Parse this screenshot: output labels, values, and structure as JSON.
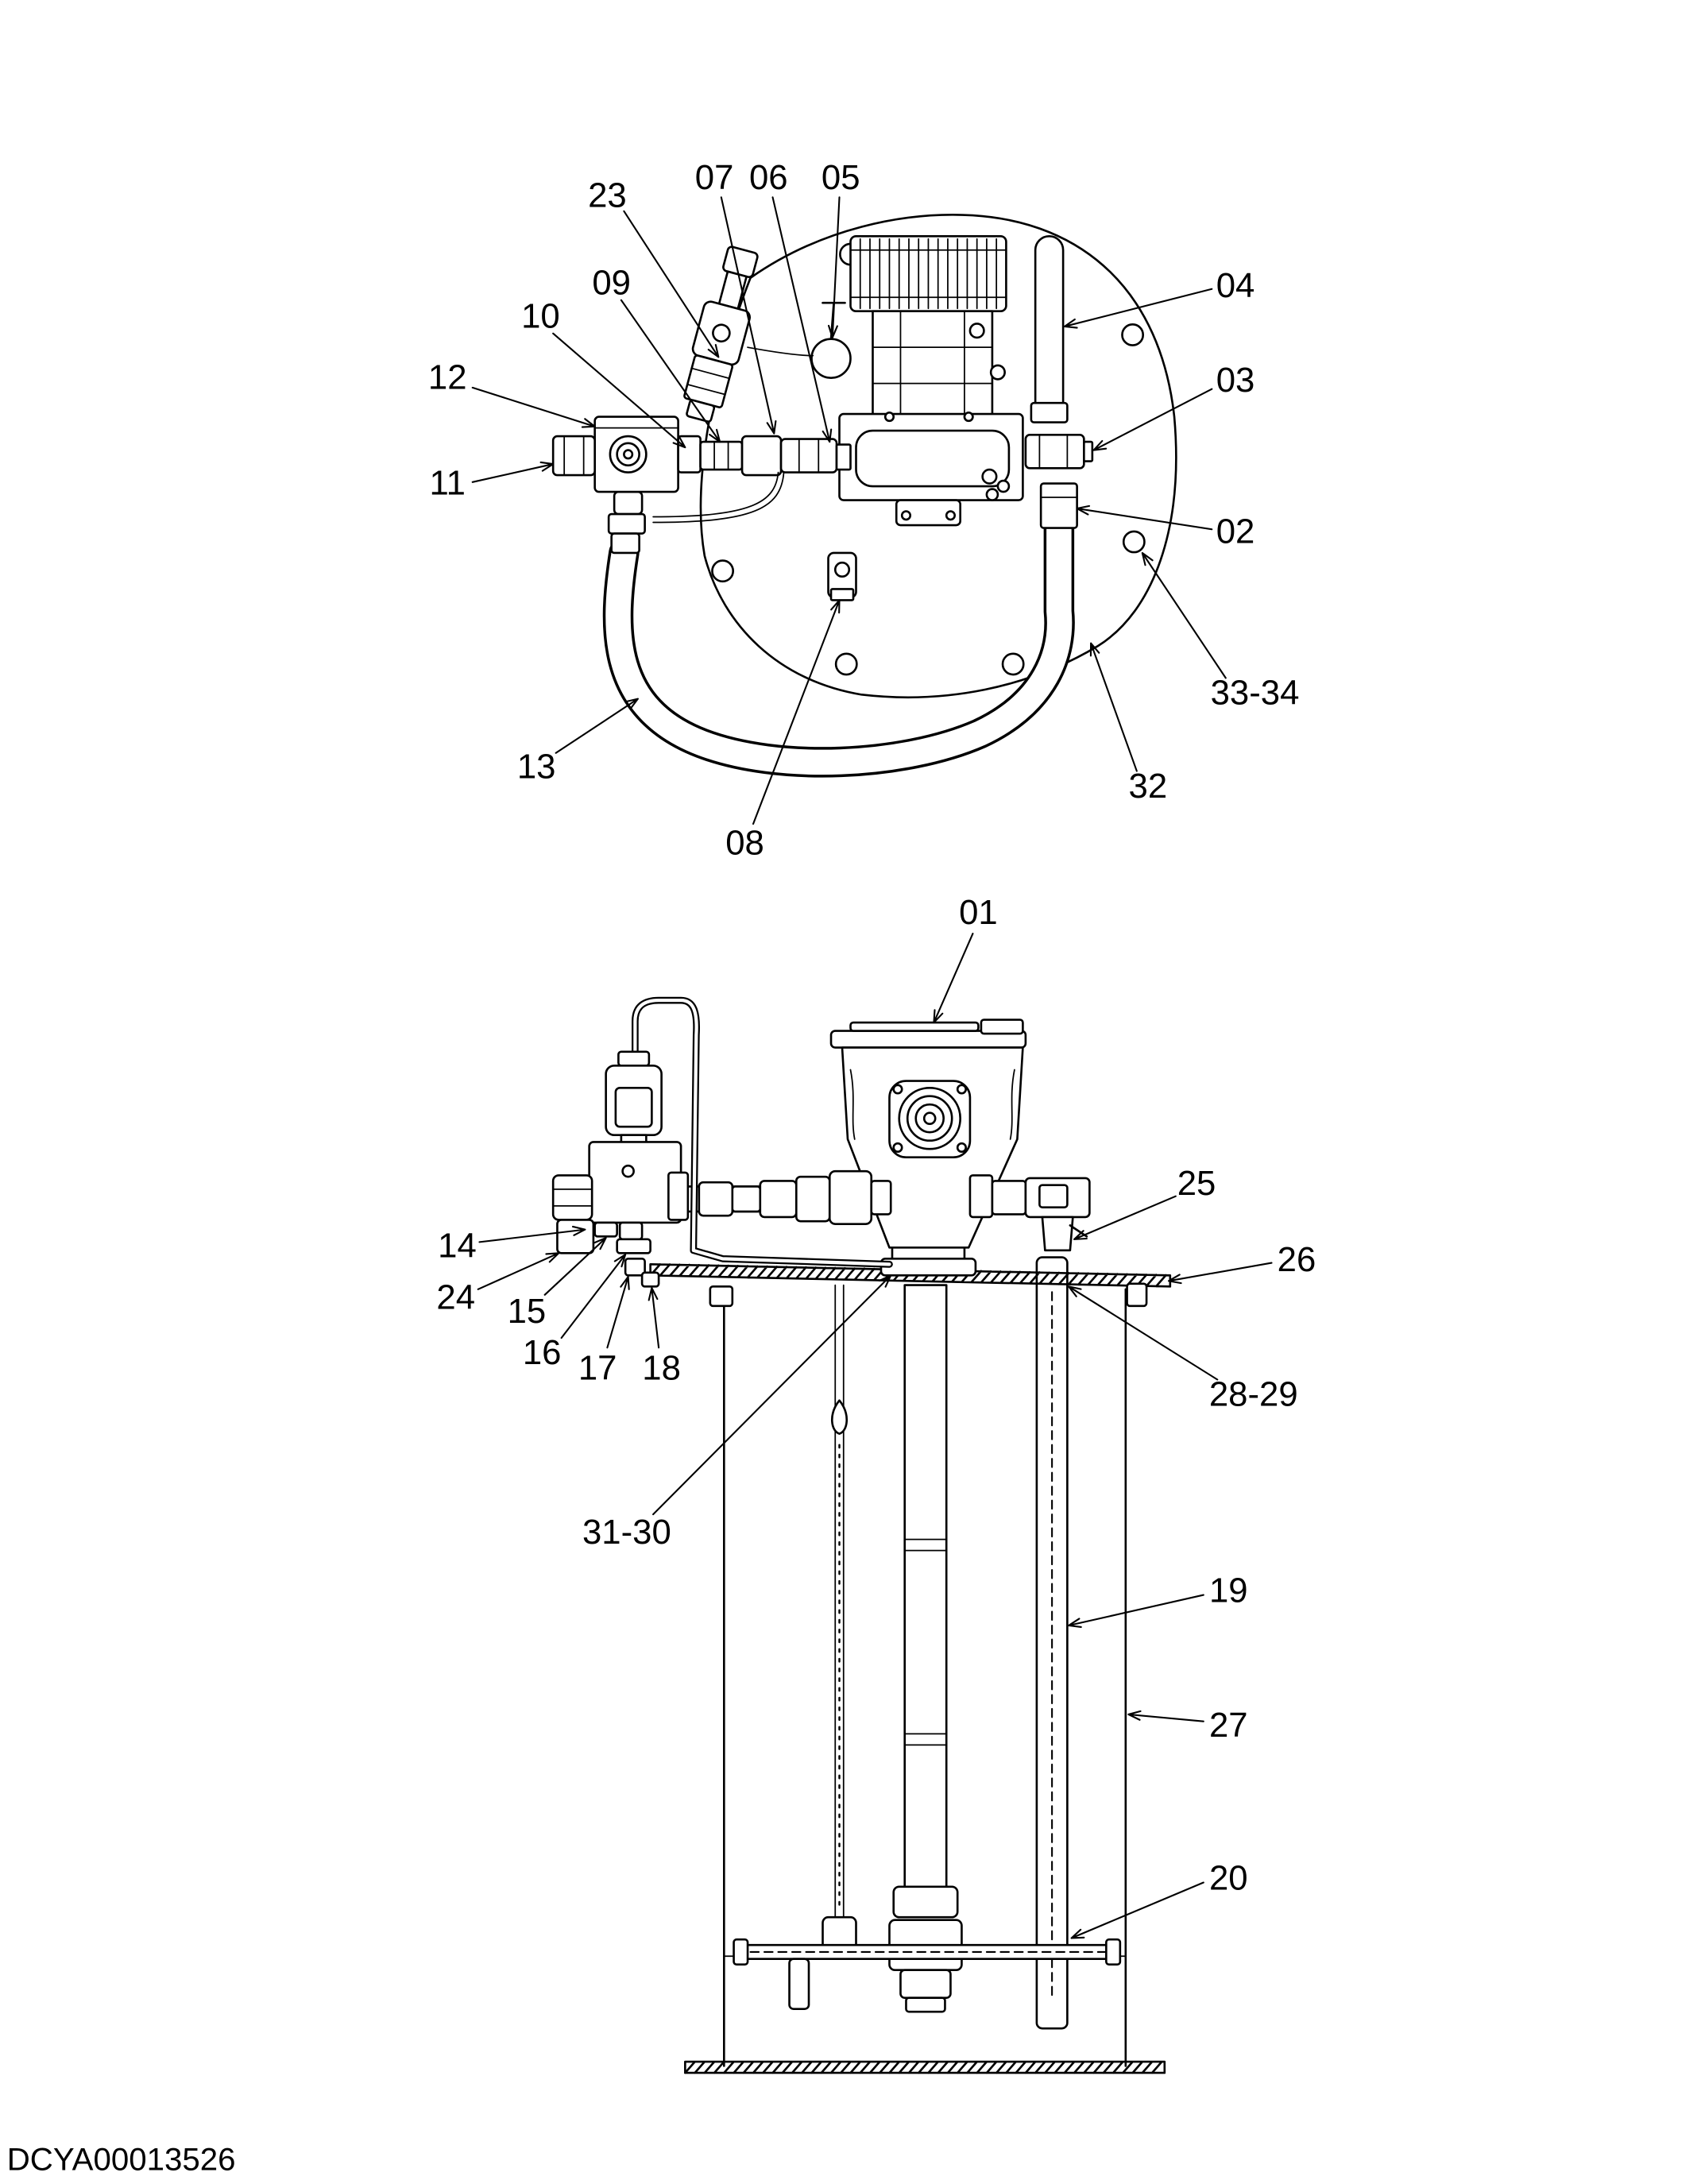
{
  "drawing_id": "DCYA00013526",
  "top_view": {
    "callouts": [
      "23",
      "07",
      "06",
      "05",
      "09",
      "10",
      "12",
      "11",
      "04",
      "03",
      "02",
      "33-34",
      "32",
      "13",
      "08"
    ]
  },
  "side_view": {
    "callouts": [
      "01",
      "25",
      "26",
      "14",
      "24",
      "15",
      "16",
      "17",
      "18",
      "28-29",
      "31-30",
      "19",
      "27",
      "20"
    ]
  }
}
